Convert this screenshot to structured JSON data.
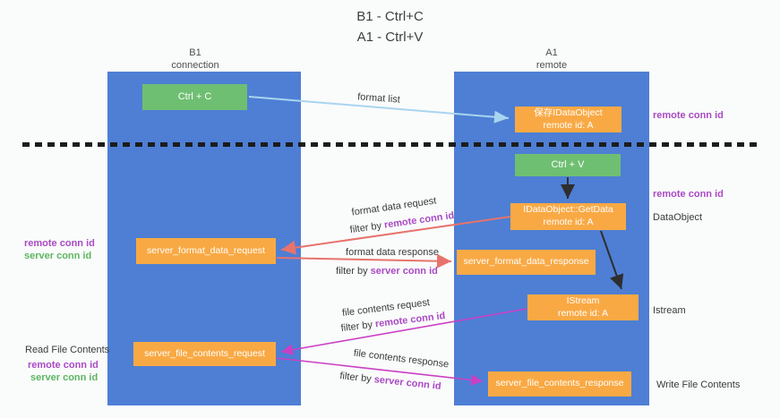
{
  "title": {
    "line1": "B1 - Ctrl+C",
    "line2": "A1 - Ctrl+V"
  },
  "lifelines": {
    "left": {
      "name": "B1",
      "role": "connection"
    },
    "right": {
      "name": "A1",
      "role": "remote"
    }
  },
  "boxes": {
    "ctrl_c": {
      "label": "Ctrl + C"
    },
    "save_idataobject": {
      "line1": "保存IDataObject",
      "line2": "remote id: A"
    },
    "ctrl_v": {
      "label": "Ctrl + V"
    },
    "idataobject_getdata": {
      "line1": "IDataObject::GetData",
      "line2": "remote id: A"
    },
    "server_format_data_request": {
      "label": "server_format_data_request"
    },
    "server_format_data_response": {
      "label": "server_format_data_response"
    },
    "istream": {
      "line1": "IStream",
      "line2": "remote id: A"
    },
    "server_file_contents_request": {
      "label": "server_file_contents_request"
    },
    "server_file_contents_response": {
      "label": "server_file_contents_response"
    }
  },
  "arrows": {
    "format_list": {
      "label": "format list"
    },
    "format_data_request": {
      "label": "format data request",
      "filter_prefix": "filter by ",
      "filter_value": "remote conn id"
    },
    "format_data_response": {
      "label": "format data response",
      "filter_prefix": "filter by ",
      "filter_value": "server conn id"
    },
    "file_contents_request": {
      "label": "file contents request",
      "filter_prefix": "filter by ",
      "filter_value": "remote conn id"
    },
    "file_contents_response": {
      "label": "file contents response",
      "filter_prefix": "filter by ",
      "filter_value": "server conn id"
    }
  },
  "annotations": {
    "right_remote_conn_id_top": "remote conn id",
    "right_remote_conn_id_mid": "remote conn id",
    "dataobject": "DataObject",
    "istream": "Istream",
    "write_file_contents": "Write File Contents",
    "read_file_contents": "Read File Contents",
    "left_remote_conn_id_format": "remote conn id",
    "left_server_conn_id_format": "server conn id",
    "left_remote_conn_id_file": "remote conn id",
    "left_server_conn_id_file": "server conn id"
  },
  "colors": {
    "column_blue": "#4e7fd4",
    "box_green": "#6fbf72",
    "box_orange": "#f9a944",
    "arrow_light_blue": "#a9d4f0",
    "arrow_red": "#e7736c",
    "arrow_magenta": "#cb3fc4",
    "arrow_black": "#2e2e2e",
    "text_purple": "#a94ac4",
    "text_green": "#5cb661"
  }
}
